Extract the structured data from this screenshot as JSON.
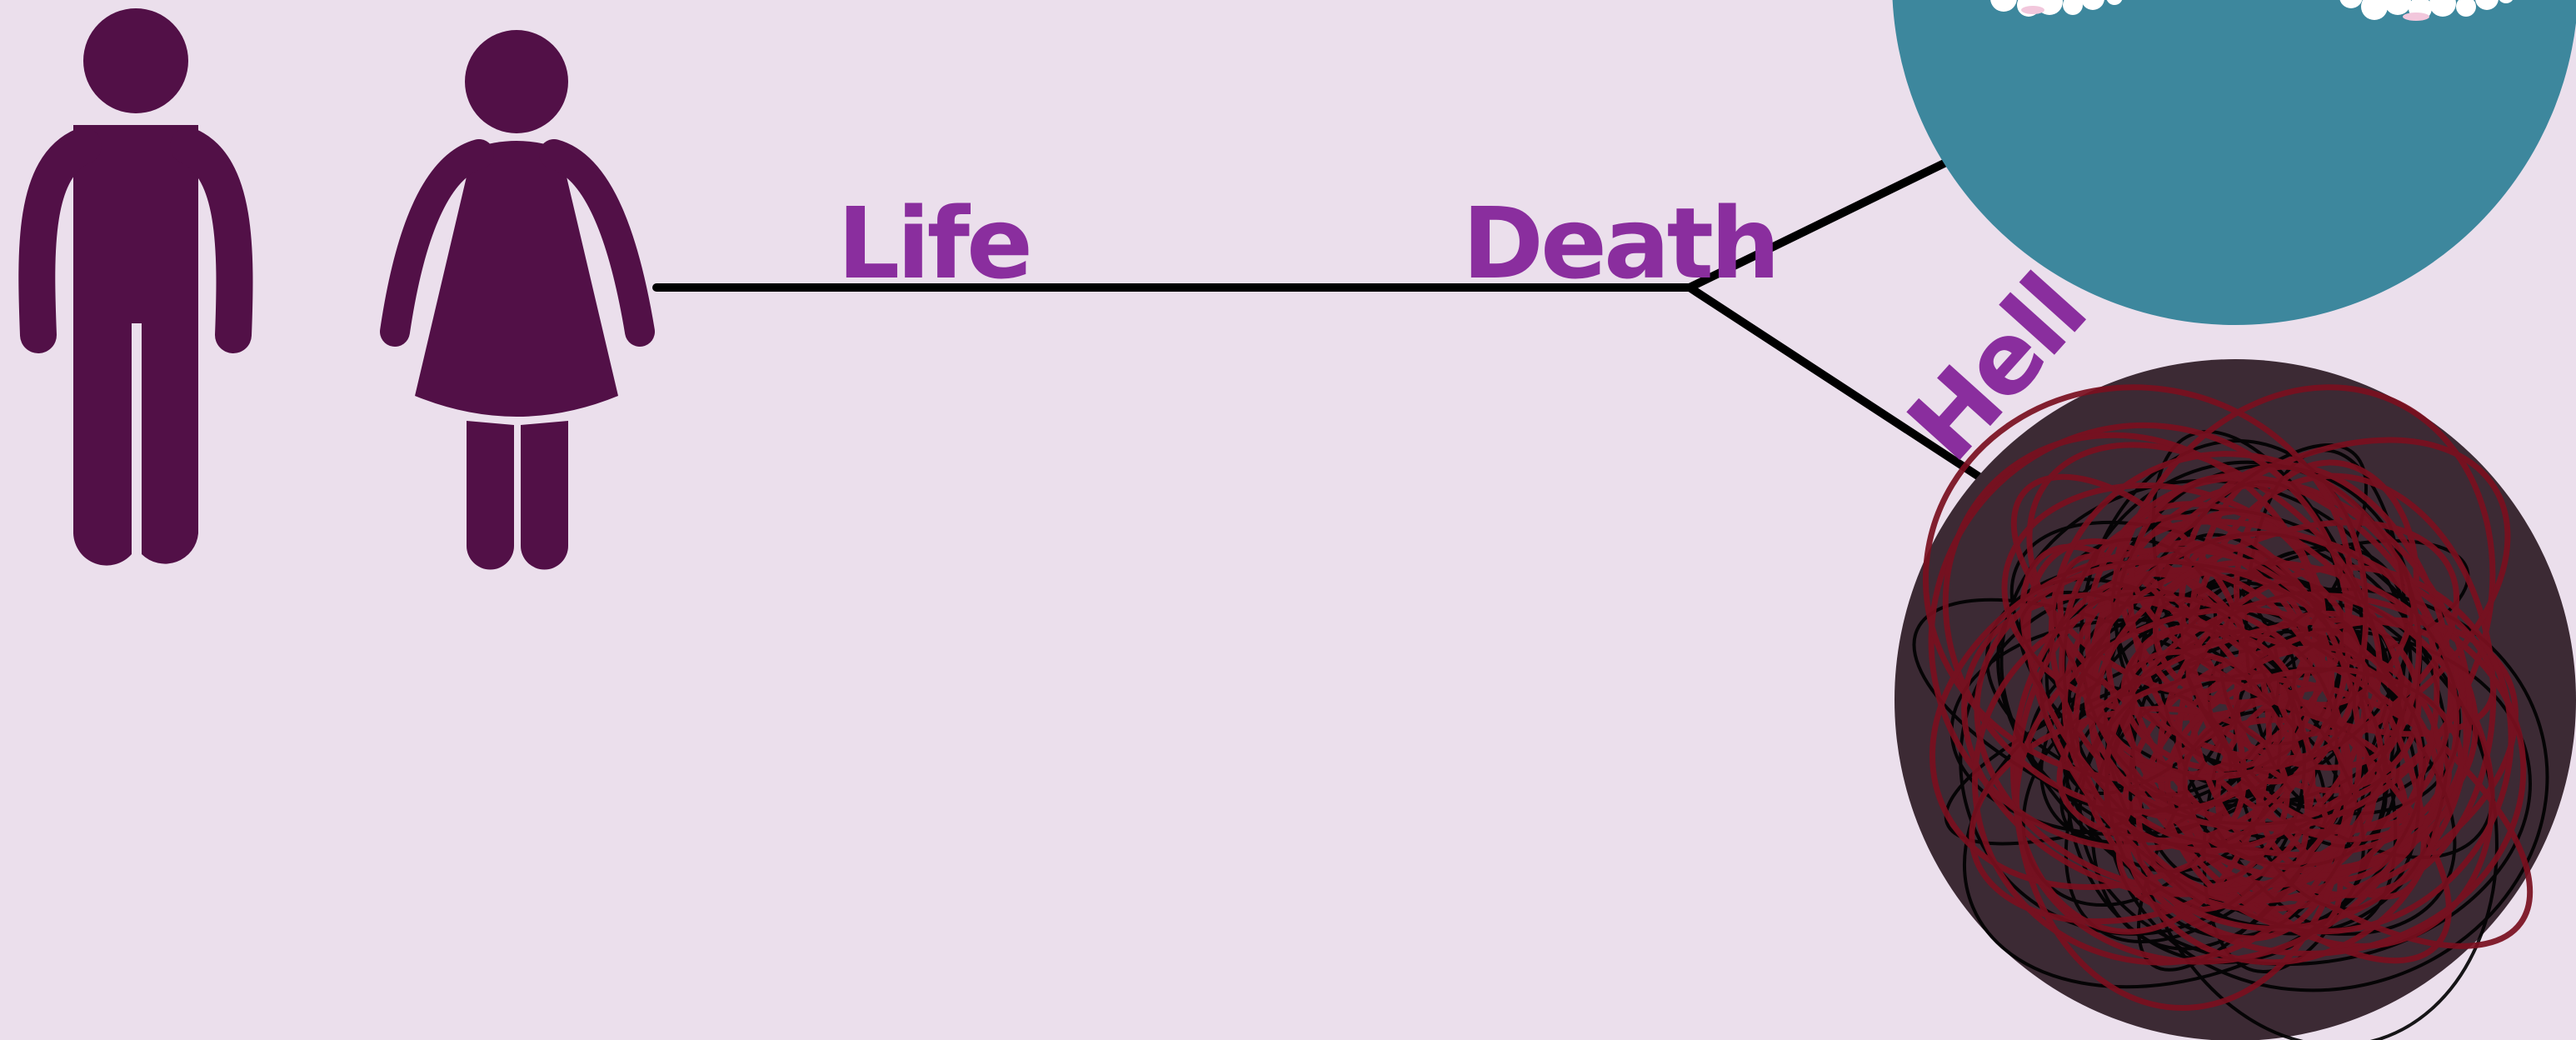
{
  "labels": {
    "life": "Life",
    "death": "Death",
    "hell": "Hell"
  },
  "icons": {
    "figure_1": "man-icon",
    "figure_2": "woman-icon",
    "top_circle": "heaven-icon",
    "bottom_circle": "hell-icon"
  },
  "colors": {
    "background": "#ebdfec",
    "figures": "#521047",
    "label_text": "#8a2e9e",
    "timeline": "#000000",
    "heaven_circle": "#3d879d",
    "clouds": "#ffffff",
    "hell_circle": "#3c2a34",
    "scribble_red": "#7a0f1f",
    "scribble_black": "#000000"
  }
}
